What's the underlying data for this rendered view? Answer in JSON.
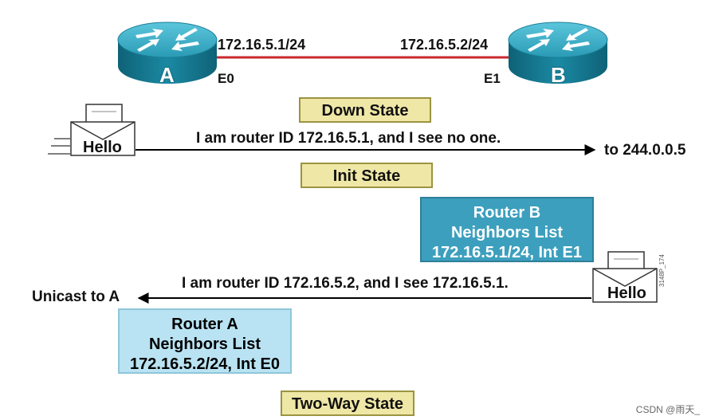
{
  "router_a": {
    "label": "A",
    "ip": "172.16.5.1/24",
    "interface": "E0"
  },
  "router_b": {
    "label": "B",
    "ip": "172.16.5.2/24",
    "interface": "E1"
  },
  "states": {
    "down": "Down State",
    "init": "Init State",
    "two_way": "Two-Way State"
  },
  "hello_1": {
    "envelope_label": "Hello",
    "message": "I am router ID 172.16.5.1, and I see no one.",
    "destination": "to 244.0.0.5"
  },
  "hello_2": {
    "envelope_label": "Hello",
    "message": "I am router ID 172.16.5.2, and I see 172.16.5.1.",
    "destination": "Unicast to A",
    "side_code": "3148P_174"
  },
  "neighbors_b": {
    "line1": "Router B",
    "line2": "Neighbors List",
    "line3": "172.16.5.1/24, Int E1"
  },
  "neighbors_a": {
    "line1": "Router A",
    "line2": "Neighbors List",
    "line3": "172.16.5.2/24, Int E0"
  },
  "footer": {
    "credit": "CSDN @雨天_"
  },
  "colors": {
    "link": "#c8282d",
    "router": "#1f8ea8",
    "state_fill": "#efe7a6",
    "neighbors_b": "#3c9fbd",
    "neighbors_a": "#b9e3f3"
  }
}
